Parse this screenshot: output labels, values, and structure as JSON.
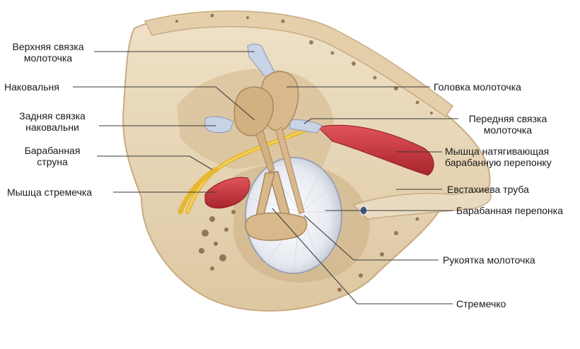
{
  "labels_left": {
    "superior_malleus_ligament": [
      "Верхняя связка",
      "молоточка"
    ],
    "incus": [
      "Наковальня"
    ],
    "posterior_incus_ligament": [
      "Задняя связка",
      "наковальни"
    ],
    "chorda_tympani": [
      "Барабанная",
      "струна"
    ],
    "stapedius_muscle": [
      "Мышца стремечка"
    ]
  },
  "labels_right": {
    "malleus_head": [
      "Головка молоточка"
    ],
    "anterior_malleus_ligament": [
      "Передняя связка",
      "молоточка"
    ],
    "tensor_tympani": [
      "Мышца натягивающая",
      "барабанную перепонку"
    ],
    "eustachian_tube": [
      "Евстахиева труба"
    ],
    "tympanic_membrane": [
      "Барабанная перепонка"
    ],
    "malleus_handle": [
      "Рукоятка молоточка"
    ],
    "stapes": [
      "Стремечко"
    ]
  },
  "colors": {
    "bone": "#e8d7b8",
    "bone_dark": "#c9ab80",
    "ossicle": "#d9b98c",
    "muscle": "#c8343a",
    "nerve": "#e6b830",
    "ligament": "#c9d3e6",
    "membrane": "#eef0f4",
    "leader": "#3a3a3a"
  }
}
